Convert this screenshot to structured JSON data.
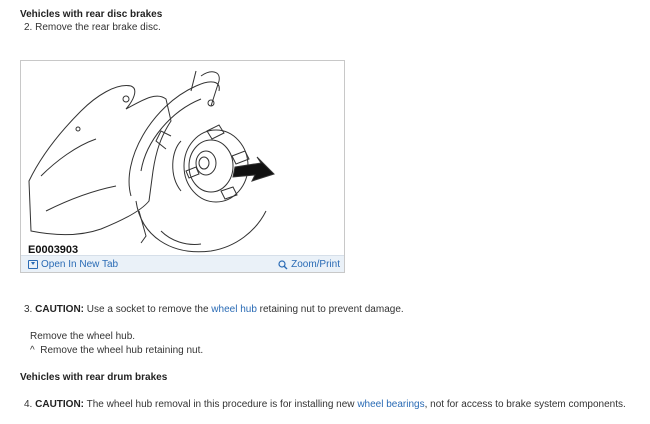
{
  "section1": {
    "heading": "Vehicles with rear disc brakes",
    "step2": "2. Remove the rear brake disc."
  },
  "figure": {
    "id": "E0003903",
    "open_tab": "Open In New Tab",
    "zoom": "Zoom/Print",
    "icons": [
      "open-in-new-tab-icon",
      "magnifier-icon"
    ]
  },
  "step3": {
    "num": "3.",
    "caution": "CAUTION:",
    "text_before": " Use a socket to remove the ",
    "link": "wheel hub",
    "text_after": " retaining nut to prevent damage."
  },
  "sub": {
    "remove_hub": "Remove the wheel hub.",
    "bullet": "^",
    "remove_nut": "Remove the wheel hub retaining nut."
  },
  "section2": {
    "heading": "Vehicles with rear drum brakes"
  },
  "step4": {
    "num": "4.",
    "caution": "CAUTION:",
    "text_before": " The wheel hub removal in this procedure is for installing new ",
    "link": "wheel bearings",
    "text_after": ", not for access to brake system components."
  }
}
